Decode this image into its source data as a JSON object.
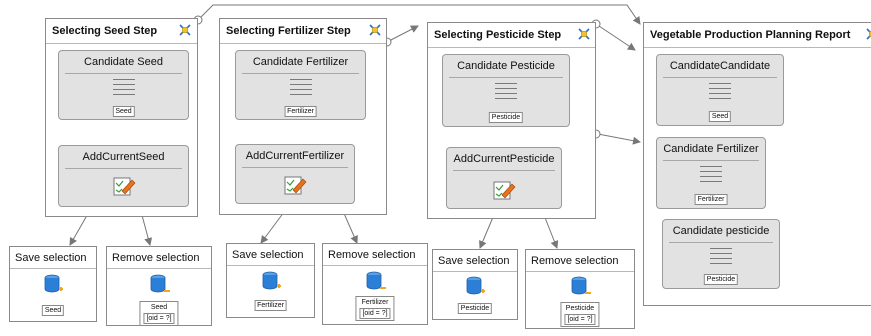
{
  "colors": {
    "panel_border": "#8a8a8a",
    "unit_fill": "#e2e2e2",
    "db_blue": "#2b7fd6",
    "plus_orange": "#f2a51e",
    "minus_orange": "#f2a51e",
    "pencil_orange": "#e8711a",
    "check_green": "#3a9a3a"
  },
  "steps": [
    {
      "title": "Selecting Seed Step",
      "content_unit": {
        "title": "Candidate Seed",
        "tag": "Seed"
      },
      "operation_unit": {
        "title": "AddCurrentSeed"
      }
    },
    {
      "title": "Selecting Fertilizer Step",
      "content_unit": {
        "title": "Candidate Fertilizer",
        "tag": "Fertilizer"
      },
      "operation_unit": {
        "title": "AddCurrentFertilizer"
      }
    },
    {
      "title": "Selecting Pesticide Step",
      "content_unit": {
        "title": "Candidate Pesticide",
        "tag": "Pesticide"
      },
      "operation_unit": {
        "title": "AddCurrentPesticide"
      }
    }
  ],
  "report": {
    "title": "Vegetable Production Planning Report",
    "units": [
      {
        "title": "CandidateCandidate",
        "tag": "Seed"
      },
      {
        "title": "Candidate Fertilizer",
        "tag": "Fertilizer"
      },
      {
        "title": "Candidate pesticide",
        "tag": "Pesticide"
      }
    ]
  },
  "actions": [
    {
      "title": "Save selection",
      "entity": "Seed"
    },
    {
      "title": "Remove selection",
      "entity": "Seed",
      "condition": "[oid = ?]"
    },
    {
      "title": "Save selection",
      "entity": "Fertilizer"
    },
    {
      "title": "Remove selection",
      "entity": "Fertilizer",
      "condition": "[oid = ?]"
    },
    {
      "title": "Save selection",
      "entity": "Pesticide"
    },
    {
      "title": "Remove selection",
      "entity": "Pesticide",
      "condition": "[oid = ?]"
    }
  ],
  "icons": {
    "step": "step-marker-icon",
    "operation": "edit-operation-icon",
    "save": "database-add-icon",
    "remove": "database-remove-icon"
  }
}
